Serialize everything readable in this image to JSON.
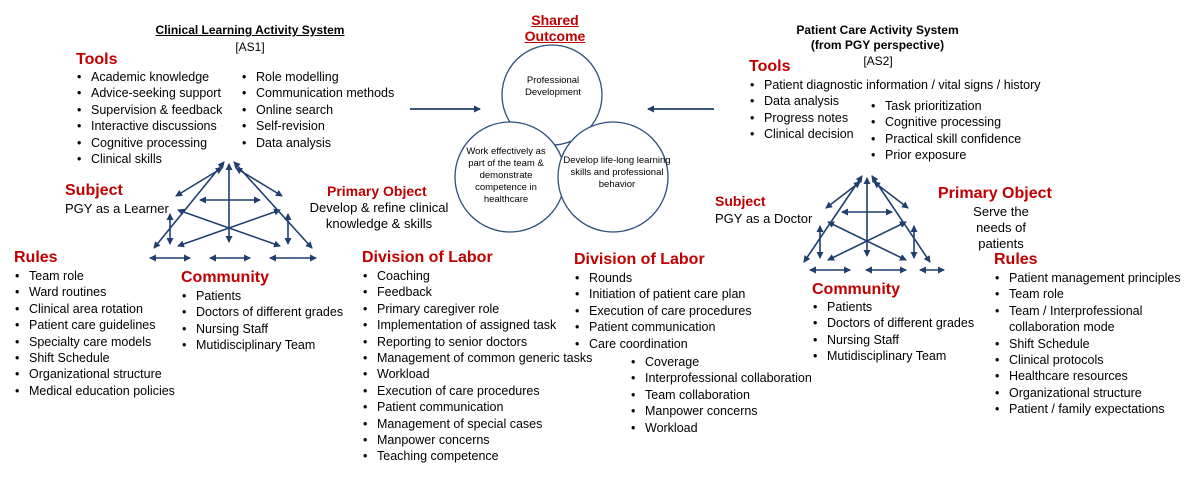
{
  "as1": {
    "title": "Clinical Learning Activity System",
    "code": "[AS1]",
    "tools_heading": "Tools",
    "tools_col1": [
      "Academic knowledge",
      "Advice-seeking support",
      "Supervision & feedback",
      "Interactive discussions",
      "Cognitive processing",
      "Clinical skills"
    ],
    "tools_col2": [
      "Role modelling",
      "Communication methods",
      "Online search",
      "Self-revision",
      "Data analysis"
    ],
    "subject_heading": "Subject",
    "subject_text": "PGY as a Learner",
    "object_heading": "Primary Object",
    "object_text": "Develop & refine clinical knowledge & skills",
    "rules_heading": "Rules",
    "rules": [
      "Team role",
      "Ward  routines",
      "Clinical area rotation",
      "Patient care guidelines",
      "Specialty care models",
      "Shift Schedule",
      "Organizational structure",
      "Medical education policies"
    ],
    "community_heading": "Community",
    "community": [
      "Patients",
      "Doctors of different grades",
      "Nursing Staff",
      "Mutidisciplinary Team"
    ],
    "dol_heading": "Division of Labor",
    "dol": [
      "Coaching",
      "Feedback",
      "Primary caregiver role",
      "Implementation of assigned task",
      "Reporting to senior doctors",
      "Management of common generic tasks",
      "Workload",
      "Execution of care procedures",
      "Patient communication",
      "Management of special cases",
      "Manpower concerns",
      "Teaching competence"
    ]
  },
  "shared": {
    "heading": "Shared Outcome",
    "circle_top": "Professional Development",
    "circle_left": "Work effectively as part of the team & demonstrate competence in healthcare",
    "circle_right": "Develop life-long learning skills and professional behavior"
  },
  "as2": {
    "title": "Patient Care Activity System",
    "subtitle": "(from PGY perspective)",
    "code": "[AS2]",
    "tools_heading": "Tools",
    "tools_col1": [
      "Patient diagnostic information / vital signs / history",
      "Data analysis",
      "Progress notes",
      "Clinical decision"
    ],
    "tools_col2": [
      "Task prioritization",
      "Cognitive processing",
      "Practical skill confidence",
      "Prior exposure"
    ],
    "subject_heading": "Subject",
    "subject_text": "PGY as a Doctor",
    "object_heading": "Primary Object",
    "object_text": "Serve the needs of patients",
    "dol_heading": "Division of Labor",
    "dol": [
      "Rounds",
      "Initiation of patient care plan",
      "Execution of care procedures",
      "Patient communication",
      "Care coordination"
    ],
    "dol_sub": [
      "Coverage",
      "Interprofessional collaboration",
      "Team collaboration",
      "Manpower concerns",
      "Workload"
    ],
    "community_heading": "Community",
    "community": [
      "Patients",
      "Doctors of different grades",
      "Nursing Staff",
      "Mutidisciplinary Team"
    ],
    "rules_heading": "Rules",
    "rules": [
      "Patient management principles",
      "Team role",
      "Team / Interprofessional collaboration mode",
      "Shift Schedule",
      "Clinical protocols",
      "Healthcare resources",
      "Organizational structure",
      "Patient / family expectations"
    ]
  },
  "colors": {
    "heading_red": "#c00000",
    "arrow_blue": "#1f3f6e",
    "circle_stroke": "#2e4f7a"
  }
}
